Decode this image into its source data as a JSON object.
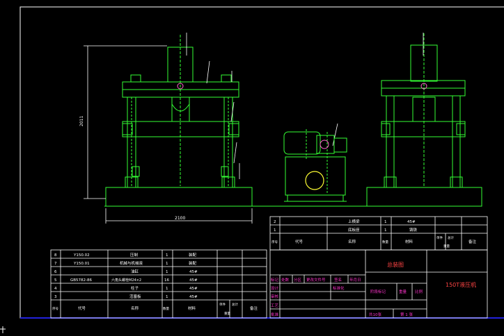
{
  "colors": {
    "background": "#000000",
    "frame": "#ffffff",
    "viewport_border": "#2222dd",
    "machine": "#33ff33",
    "dimension": "#ffffff",
    "pink": "#ff66cc",
    "table_line": "#ffffff",
    "red_text": "#ff4444",
    "magenta_text": "#ff33cc",
    "yellow": "#ffff33",
    "cyan": "#33ccff",
    "pump_green": "#00cc44"
  },
  "dimensions": {
    "height_label": "2011",
    "width_label": "2100"
  },
  "bom": {
    "rows": [
      {
        "no": "8",
        "code": "Y150.02",
        "name": "压制",
        "qty": "1",
        "material": "装配"
      },
      {
        "no": "7",
        "code": "Y150.01",
        "name": "机械与机械液",
        "qty": "1",
        "material": "装配"
      },
      {
        "no": "6",
        "code": "",
        "name": "油缸",
        "qty": "1",
        "material": "45#"
      },
      {
        "no": "5",
        "code": "GB5782-86",
        "name": "六角头螺栓M24×2",
        "qty": "16",
        "material": "45#"
      },
      {
        "no": "4",
        "code": "",
        "name": "柱子",
        "qty": "1",
        "material": "45#"
      },
      {
        "no": "3",
        "code": "",
        "name": "活塞板",
        "qty": "1",
        "material": "45#"
      }
    ],
    "upper_rows": [
      {
        "no": "2",
        "name": "上横梁",
        "qty": "1",
        "material": "45#"
      },
      {
        "no": "1",
        "name": "底板座",
        "qty": "1",
        "material": "铸铁"
      }
    ],
    "header": {
      "no": "序号",
      "code": "代号",
      "name": "名称",
      "qty": "数量",
      "material": "材料",
      "single": "单件",
      "total": "总计",
      "weight": "重量",
      "note": "备注"
    }
  },
  "title_block": {
    "drawing_name": "总装图",
    "product": "150T液压机",
    "mark": "标记",
    "count": "处数",
    "zone": "分区",
    "change_doc": "更改文件号",
    "sign": "签名",
    "date": "年月日",
    "design": "设计",
    "standard": "标准化",
    "stage_mark": "阶段标记",
    "weight": "重量",
    "scale": "比例",
    "review": "审核",
    "process": "工艺",
    "approve": "批准",
    "sheets_total": "共10张",
    "sheet_no": "第 1 张"
  }
}
